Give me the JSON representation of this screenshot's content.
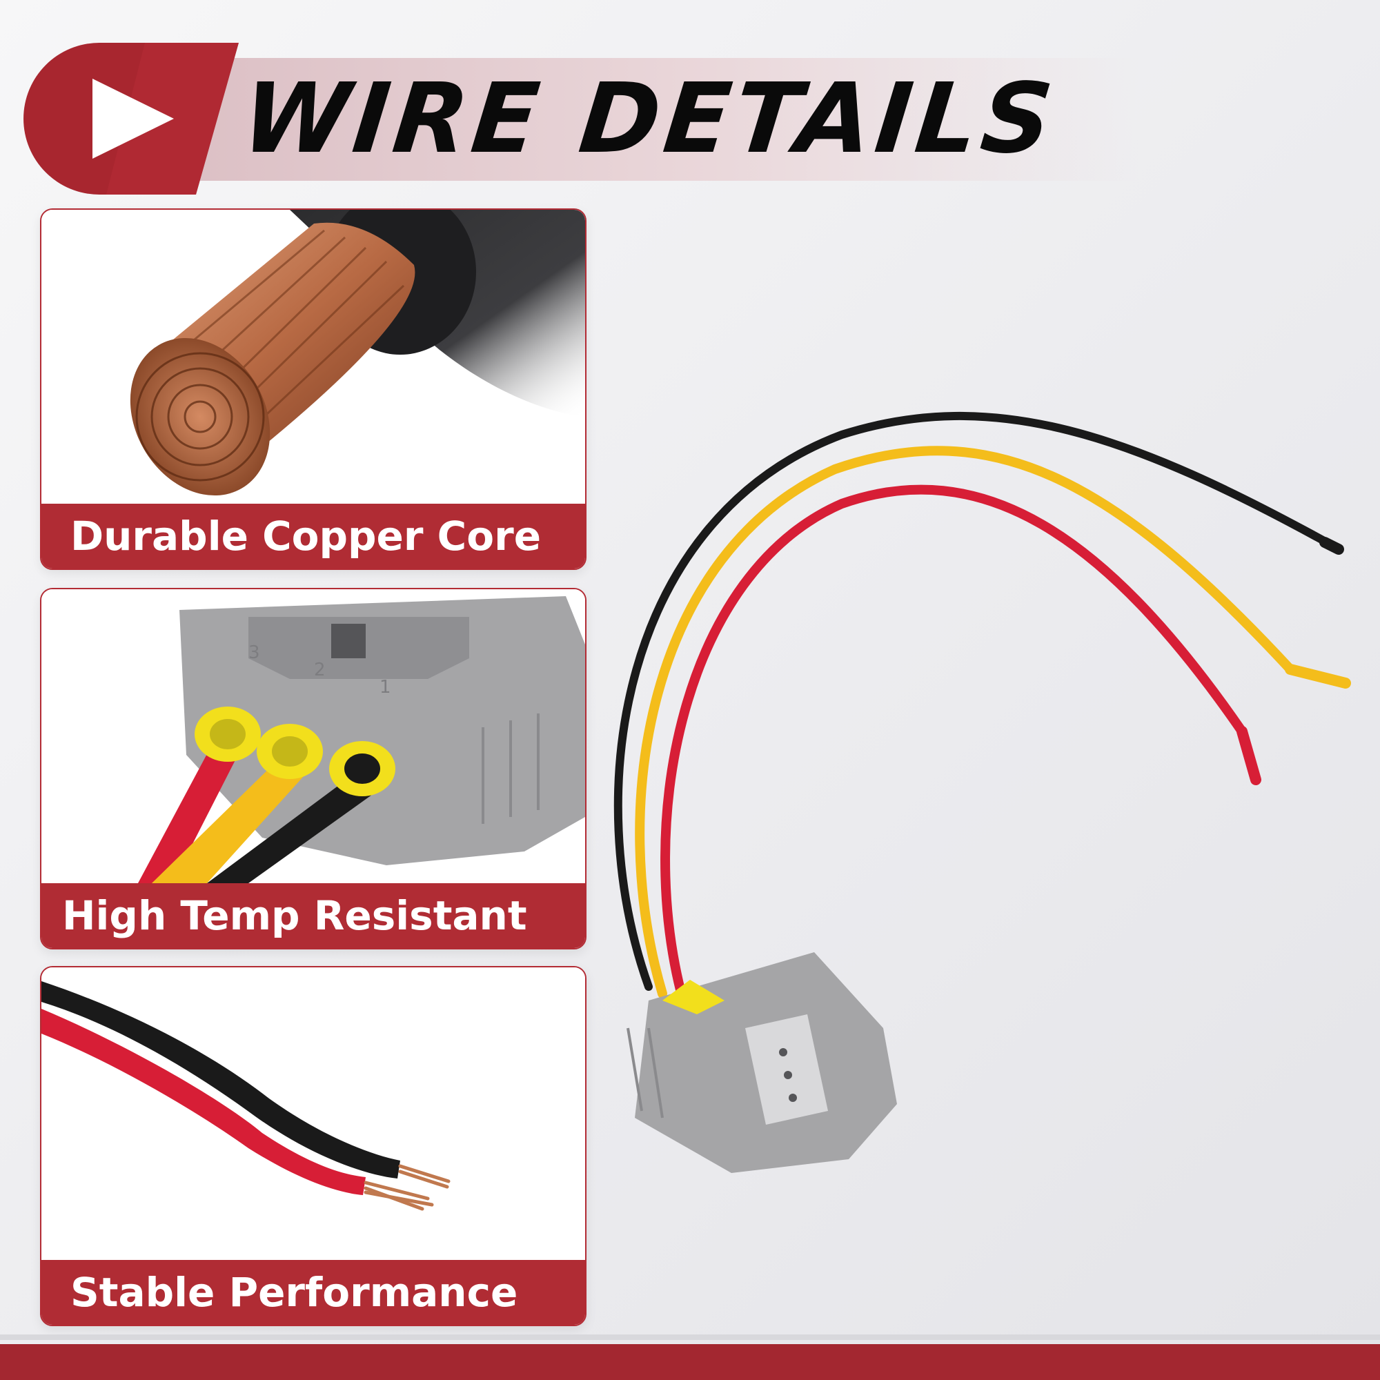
{
  "header": {
    "title": "WIRE DETAILS"
  },
  "features": [
    {
      "caption": "Durable Copper Core"
    },
    {
      "caption": "High Temp Resistant"
    },
    {
      "caption": "Stable Performance"
    }
  ],
  "connector": {
    "pin_numbers": [
      "3",
      "2",
      "1"
    ]
  },
  "colors": {
    "accent_red": "#b02c34",
    "wire_red": "#d71e36",
    "wire_yellow": "#f4bd1b",
    "wire_black": "#1a1a1a",
    "connector_gray": "#a5a5a7"
  }
}
